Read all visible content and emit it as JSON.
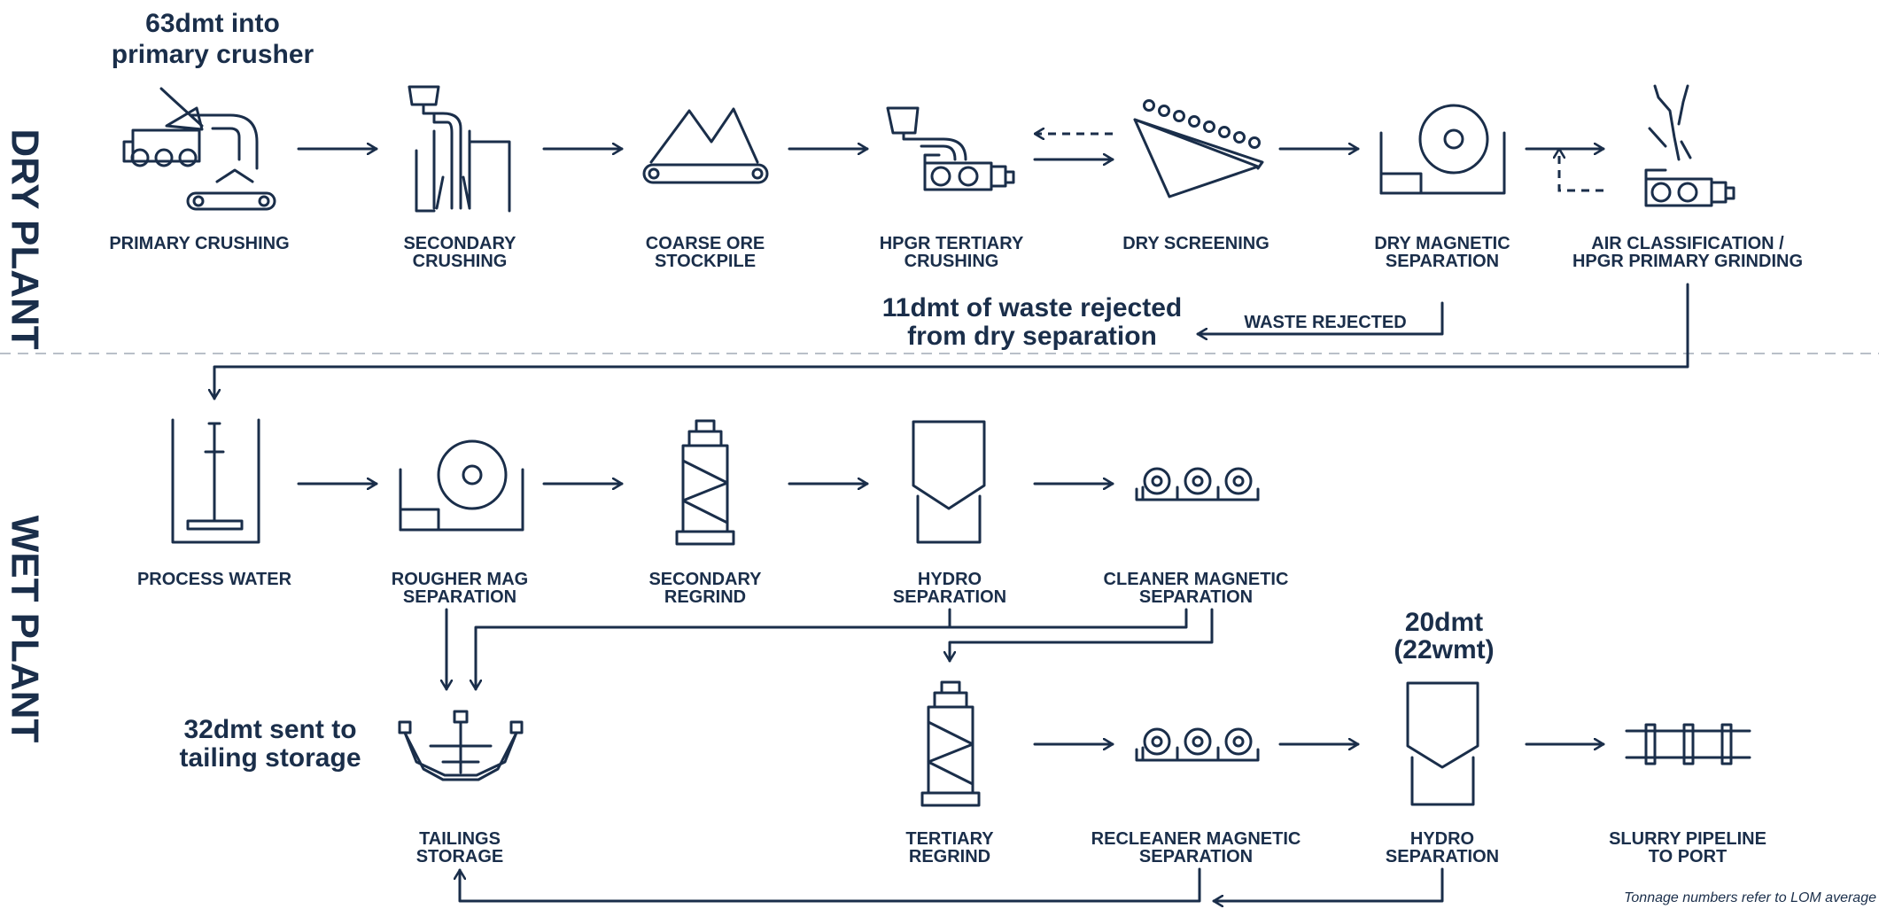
{
  "sections": {
    "dry": "DRY PLANT",
    "wet": "WET PLANT"
  },
  "annotations": {
    "feed_line1": "63dmt into",
    "feed_line2": "primary crusher",
    "waste_line1": "11dmt of waste rejected",
    "waste_line2": "from dry separation",
    "waste_rejected": "WASTE REJECTED",
    "tailings_line1": "32dmt sent to",
    "tailings_line2": "tailing storage",
    "product_line1": "20dmt",
    "product_line2": "(22wmt)",
    "footnote": "Tonnage numbers refer to LOM average"
  },
  "steps": {
    "primary_crushing": [
      "PRIMARY CRUSHING"
    ],
    "secondary_crushing": [
      "SECONDARY",
      "CRUSHING"
    ],
    "coarse_ore_stockpile": [
      "COARSE ORE",
      "STOCKPILE"
    ],
    "hpgr_tertiary_crushing": [
      "HPGR TERTIARY",
      "CRUSHING"
    ],
    "dry_screening": [
      "DRY SCREENING"
    ],
    "dry_magnetic_separation": [
      "DRY MAGNETIC",
      "SEPARATION"
    ],
    "air_classification": [
      "AIR CLASSIFICATION /",
      "HPGR PRIMARY GRINDING"
    ],
    "process_water": [
      "PROCESS WATER"
    ],
    "rougher_mag_separation": [
      "ROUGHER MAG",
      "SEPARATION"
    ],
    "secondary_regrind": [
      "SECONDARY",
      "REGRIND"
    ],
    "hydro_separation_1": [
      "HYDRO",
      "SEPARATION"
    ],
    "cleaner_magnetic_separation": [
      "CLEANER MAGNETIC",
      "SEPARATION"
    ],
    "tailings_storage": [
      "TAILINGS",
      "STORAGE"
    ],
    "tertiary_regrind": [
      "TERTIARY",
      "REGRIND"
    ],
    "recleaner_magnetic_separation": [
      "RECLEANER MAGNETIC",
      "SEPARATION"
    ],
    "hydro_separation_2": [
      "HYDRO",
      "SEPARATION"
    ],
    "slurry_pipeline": [
      "SLURRY PIPELINE",
      "TO PORT"
    ]
  },
  "colors": {
    "ink": "#1a2e4a",
    "divider": "#b9bfc8",
    "background": "#ffffff"
  },
  "icons": {
    "primary_crushing": "dump-truck-crusher-icon",
    "secondary_crushing": "cone-crusher-icon",
    "coarse_ore_stockpile": "stockpile-conveyor-icon",
    "hpgr_tertiary_crushing": "hpgr-icon",
    "dry_screening": "screen-icon",
    "dry_magnetic_separation": "magnetic-drum-icon",
    "air_classification": "air-classifier-icon",
    "process_water": "water-tank-agitator-icon",
    "rougher_mag_separation": "magnetic-drum-icon",
    "secondary_regrind": "tower-mill-icon",
    "hydro_separation_1": "hydro-separator-icon",
    "cleaner_magnetic_separation": "triple-drum-separator-icon",
    "tailings_storage": "tailings-dam-icon",
    "tertiary_regrind": "tower-mill-icon",
    "recleaner_magnetic_separation": "triple-drum-separator-icon",
    "hydro_separation_2": "hydro-separator-icon",
    "slurry_pipeline": "pipeline-icon"
  }
}
